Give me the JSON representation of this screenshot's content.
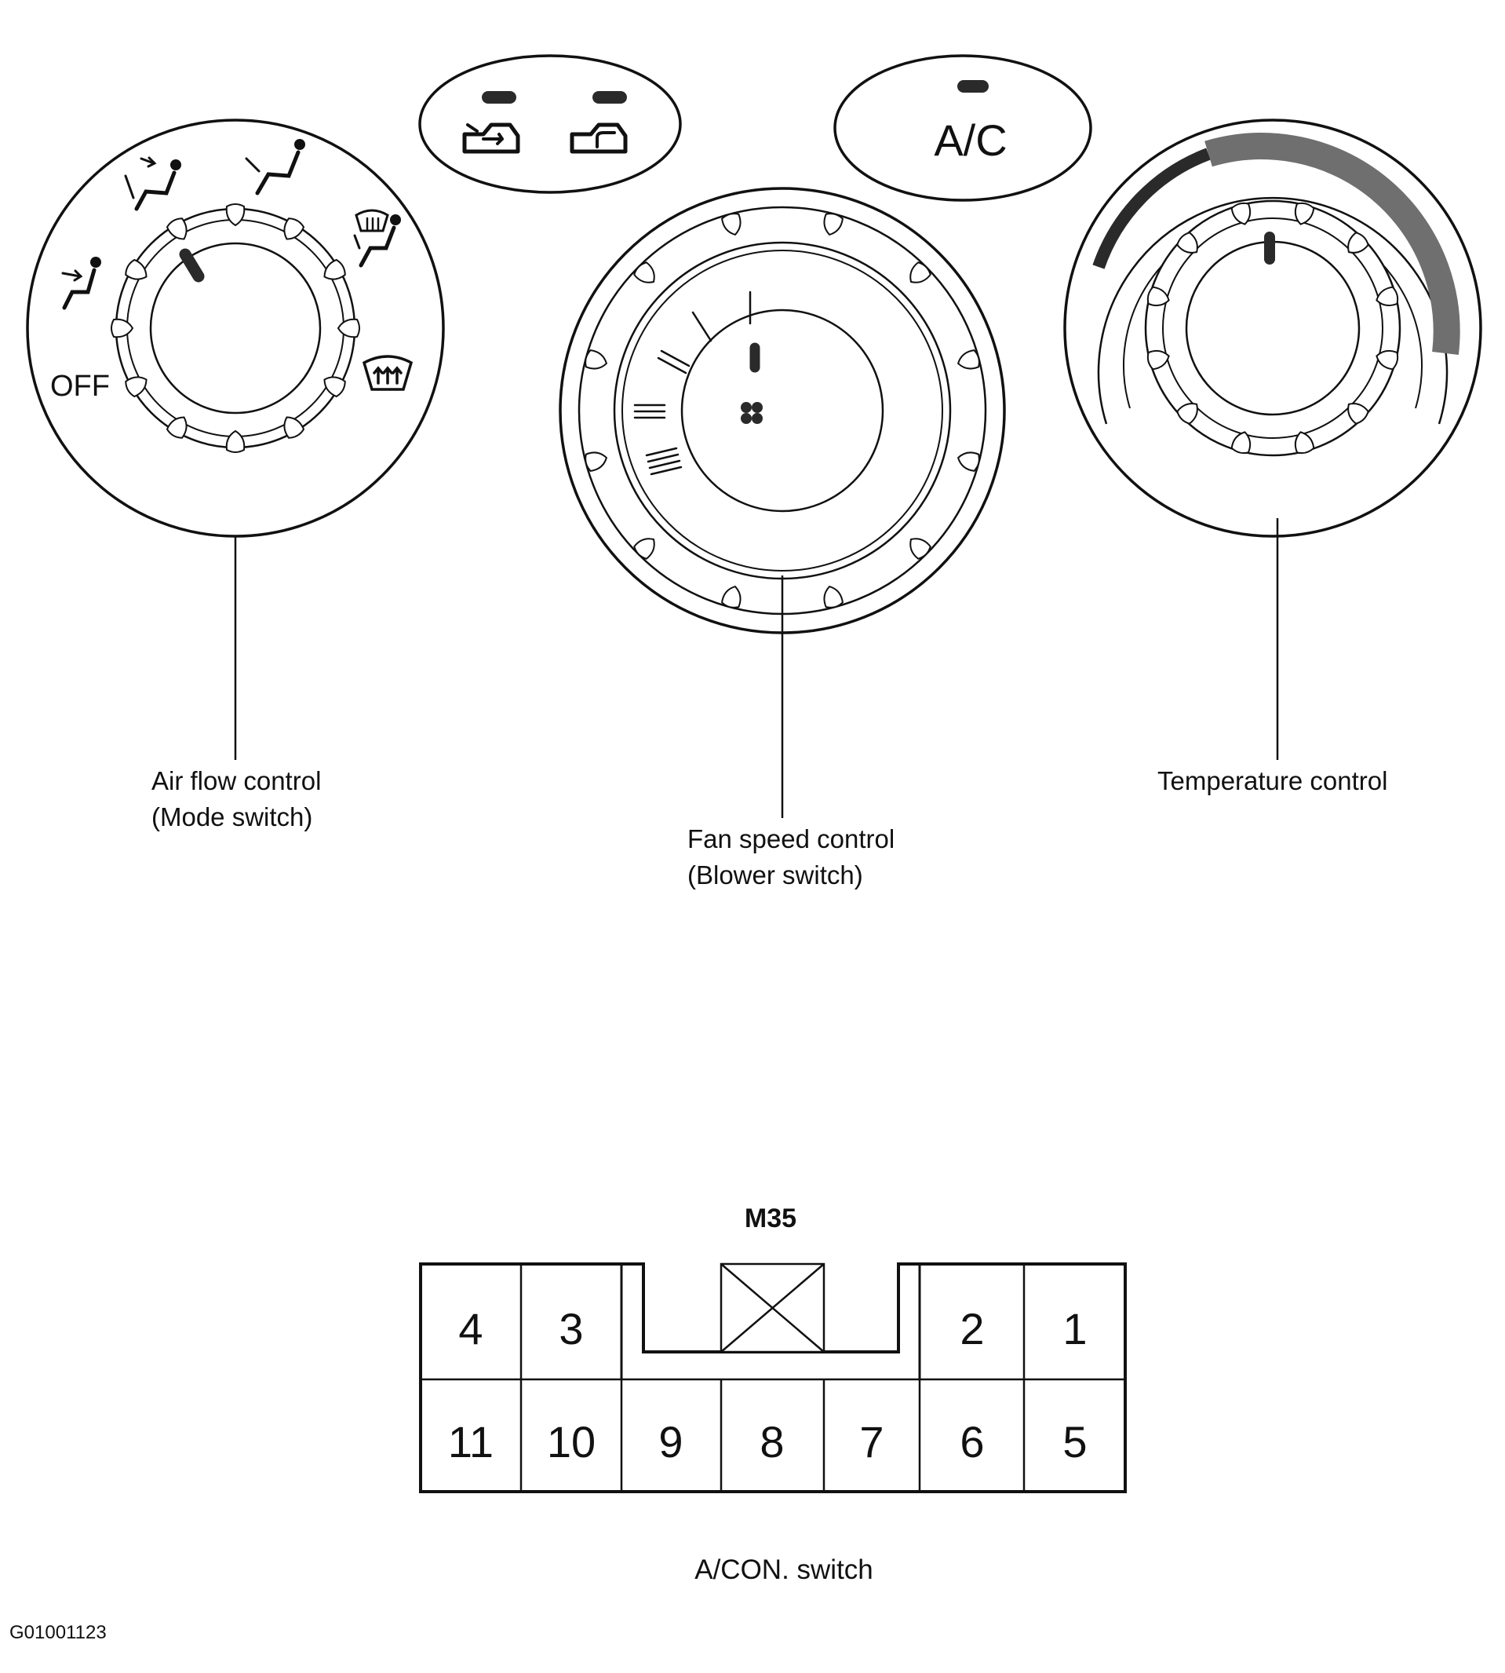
{
  "mode_dial": {
    "off_label": "OFF",
    "callout_line1": "Air flow control",
    "callout_line2": "(Mode switch)",
    "icons": [
      "vent-icon",
      "bi-level-icon",
      "foot-icon",
      "foot-defrost-icon",
      "defrost-icon"
    ]
  },
  "intake_buttons": {
    "icons": [
      "recirculation-icon",
      "fresh-air-icon"
    ]
  },
  "ac_button": {
    "label": "A/C"
  },
  "fan_dial": {
    "callout_line1": "Fan speed control",
    "callout_line2": "(Blower switch)",
    "icons": [
      "fan-icon"
    ],
    "speed_levels": 4
  },
  "temp_dial": {
    "callout_line1": "Temperature control"
  },
  "connector": {
    "id": "M35",
    "caption": "A/CON. switch",
    "top_row": [
      "4",
      "3",
      "2",
      "1"
    ],
    "bottom_row": [
      "11",
      "10",
      "9",
      "8",
      "7",
      "6",
      "5"
    ]
  },
  "figure_code": "G01001123",
  "colors": {
    "ink": "#111111",
    "dark_fill": "#2a2a2a",
    "gray_fill": "#6f6f6f"
  }
}
